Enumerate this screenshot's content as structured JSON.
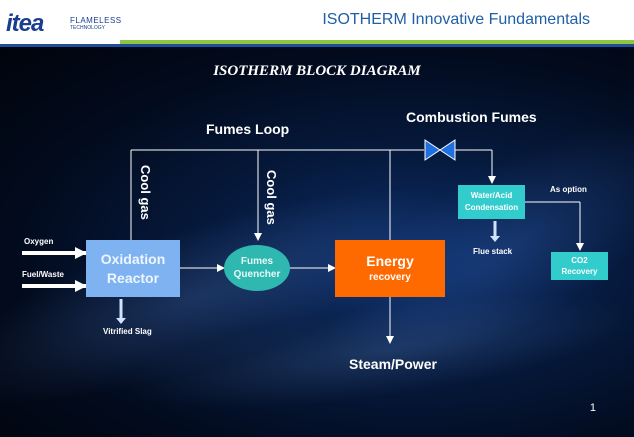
{
  "header": {
    "logo_text": "itea",
    "logo_tagline_1": "FLAMELESS",
    "logo_tagline_2": "TECHNOLOGY",
    "title": "ISOTHERM Innovative Fundamentals"
  },
  "diagram": {
    "title": "ISOTHERM BLOCK DIAGRAM",
    "fumes_loop": "Fumes Loop",
    "combustion_fumes": "Combustion Fumes",
    "cool_gas_1": "Cool gas",
    "cool_gas_2": "Cool gas",
    "oxygen": "Oxygen",
    "fuel_waste": "Fuel/Waste",
    "oxidation_reactor_line1": "Oxidation",
    "oxidation_reactor_line2": "Reactor",
    "fumes_quencher_line1": "Fumes",
    "fumes_quencher_line2": "Quencher",
    "energy_recovery_line1": "Energy",
    "energy_recovery_line2": "recovery",
    "water_acid_line1": "Water/Acid",
    "water_acid_line2": "Condensation",
    "as_option": "As option",
    "co2_line1": "CO2",
    "co2_line2": "Recovery",
    "flue_stack": "Flue stack",
    "vitrified_slag": "Vitrified Slag",
    "steam_power": "Steam/Power"
  },
  "page_number": "1",
  "colors": {
    "reactor_box": "#7fb2f0",
    "energy_box": "#ff6a00",
    "condensation_box": "#33cccc",
    "co2_box": "#33cccc",
    "quencher_ellipse": "#2fb8b0",
    "header_blue": "#1f5fa8",
    "header_green": "#8dc63f"
  }
}
